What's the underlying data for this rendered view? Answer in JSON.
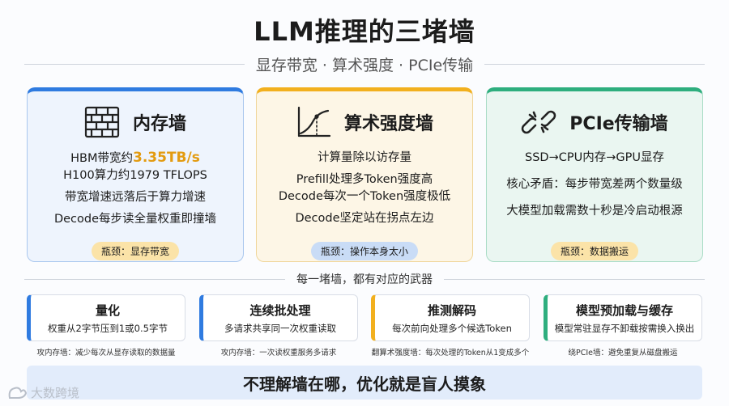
{
  "title": "LLM推理的三堵墙",
  "subtitle": "显存带宽 · 算术强度 · PCIe传输",
  "walls": [
    {
      "icon": "brick-wall-icon",
      "title": "内存墙",
      "line1_prefix": "HBM带宽约",
      "line1_highlight": "3.35TB/s",
      "line2": "H100算力约1979 TFLOPS",
      "line3": "带宽增速远落后于算力增速",
      "line4": "Decode每步读全量权重即撞墙",
      "bottleneck": "瓶颈：显存带宽"
    },
    {
      "icon": "roofline-chart-icon",
      "title": "算术强度墙",
      "line1": "计算量除以访存量",
      "line2": "Prefill处理多Token强度高",
      "line3": "Decode每次一个Token强度极低",
      "line4": "Decode坚定站在拐点左边",
      "bottleneck": "瓶颈：操作本身太小"
    },
    {
      "icon": "broken-link-icon",
      "title": "PCIe传输墙",
      "line1": "SSD→CPU内存→GPU显存",
      "line2": "核心矛盾：每步带宽差两个数量级",
      "line3": "大模型加载需数十秒是冷启动根源",
      "bottleneck": "瓶颈：数据搬运"
    }
  ],
  "weapons_label": "每一堵墙，都有对应的武器",
  "weapons": [
    {
      "title": "量化",
      "desc": "权重从2字节压到1或0.5字节",
      "note": "攻内存墙：减少每次从显存读取的数据量",
      "color": "#2f7be0"
    },
    {
      "title": "连续批处理",
      "desc": "多请求共享同一次权重读取",
      "note": "攻内存墙：一次读权重服务多请求",
      "color": "#2f7be0"
    },
    {
      "title": "推测解码",
      "desc": "每次前向处理多个候选Token",
      "note": "翻算术强度墙：每次处理的Token从1变成多个",
      "color": "#f2b01e"
    },
    {
      "title": "模型预加载与缓存",
      "desc": "模型常驻显存不卸载按需换入换出",
      "note": "绕PCIe墙：避免重复从磁盘搬运",
      "color": "#2eae7e"
    }
  ],
  "conclusion": "不理解墙在哪，优化就是盲人摸象",
  "watermark": "大数跨境",
  "colors": {
    "blue": "#2f7be0",
    "yellow": "#f2b01e",
    "green": "#2eae7e",
    "highlight": "#e39b10"
  }
}
